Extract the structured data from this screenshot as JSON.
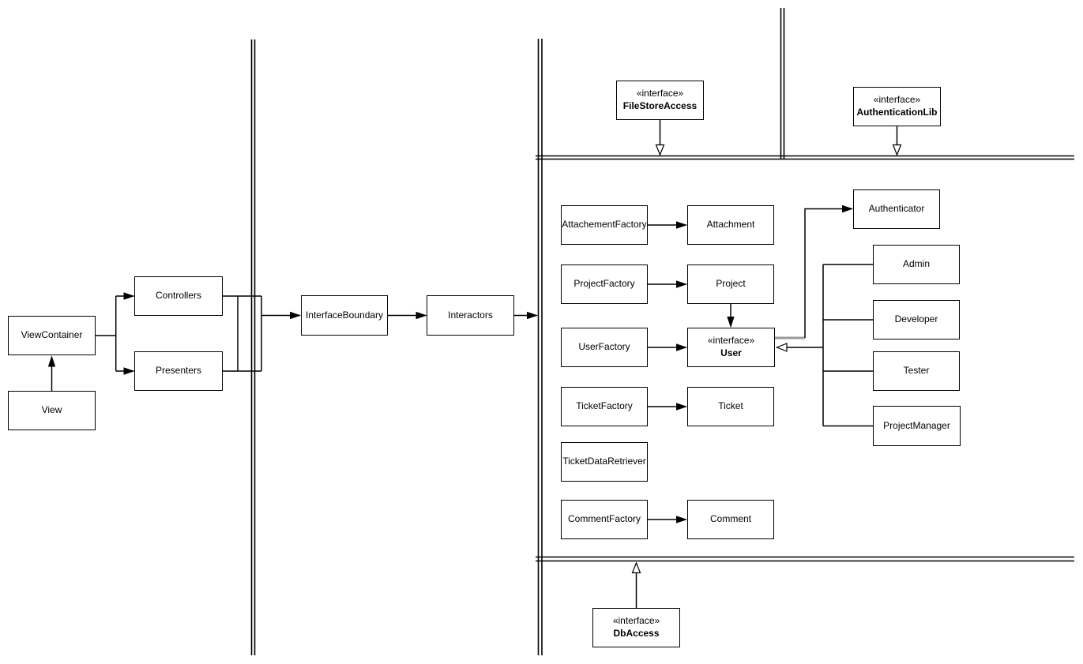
{
  "diagram": {
    "kind": "uml-class-architecture-diagram",
    "colors": {
      "stroke": "#000000",
      "node_fill": "#ffffff",
      "canvas": "#ffffff",
      "muted_segment": "#999999"
    },
    "boundaries": [
      "vertical-double-line-left",
      "vertical-double-line-middle",
      "vertical-double-line-top-right",
      "horizontal-double-line-top",
      "horizontal-double-line-bottom"
    ]
  },
  "nodes": {
    "view": {
      "label": "View"
    },
    "view_container": {
      "label": "ViewContainer"
    },
    "controllers": {
      "label": "Controllers"
    },
    "presenters": {
      "label": "Presenters"
    },
    "interface_boundary": {
      "label": "InterfaceBoundary"
    },
    "interactors": {
      "label": "Interactors"
    },
    "attachement_factory": {
      "label": "AttachementFactory"
    },
    "attachment": {
      "label": "Attachment"
    },
    "project_factory": {
      "label": "ProjectFactory"
    },
    "project": {
      "label": "Project"
    },
    "user_factory": {
      "label": "UserFactory"
    },
    "user": {
      "stereotype": "«interface»",
      "label": "User"
    },
    "ticket_factory": {
      "label": "TicketFactory"
    },
    "ticket": {
      "label": "Ticket"
    },
    "ticket_data_retriever": {
      "label": "TicketDataRetriever"
    },
    "comment_factory": {
      "label": "CommentFactory"
    },
    "comment": {
      "label": "Comment"
    },
    "authenticator": {
      "label": "Authenticator"
    },
    "admin": {
      "label": "Admin"
    },
    "developer": {
      "label": "Developer"
    },
    "tester": {
      "label": "Tester"
    },
    "project_manager": {
      "label": "ProjectManager"
    },
    "file_store_access": {
      "stereotype": "«interface»",
      "label": "FileStoreAccess"
    },
    "authentication_lib": {
      "stereotype": "«interface»",
      "label": "AuthenticationLib"
    },
    "db_access": {
      "stereotype": "«interface»",
      "label": "DbAccess"
    }
  },
  "relationships": [
    {
      "from": "View",
      "to": "ViewContainer",
      "type": "arrow"
    },
    {
      "from": "ViewContainer",
      "to": "Controllers",
      "type": "arrow"
    },
    {
      "from": "ViewContainer",
      "to": "Presenters",
      "type": "arrow"
    },
    {
      "from": "Controllers",
      "to": "InterfaceBoundary",
      "type": "arrow"
    },
    {
      "from": "Presenters",
      "to": "InterfaceBoundary",
      "type": "arrow"
    },
    {
      "from": "InterfaceBoundary",
      "to": "Interactors",
      "type": "arrow"
    },
    {
      "from": "Interactors",
      "to": "middle-layer-boundary",
      "type": "arrow"
    },
    {
      "from": "AttachementFactory",
      "to": "Attachment",
      "type": "arrow"
    },
    {
      "from": "ProjectFactory",
      "to": "Project",
      "type": "arrow"
    },
    {
      "from": "UserFactory",
      "to": "User",
      "type": "arrow"
    },
    {
      "from": "TicketFactory",
      "to": "Ticket",
      "type": "arrow"
    },
    {
      "from": "CommentFactory",
      "to": "Comment",
      "type": "arrow"
    },
    {
      "from": "Project",
      "to": "User",
      "type": "arrow"
    },
    {
      "from": "User",
      "to": "Authenticator",
      "type": "arrow"
    },
    {
      "from": "Admin",
      "to": "User",
      "type": "generalization"
    },
    {
      "from": "Developer",
      "to": "User",
      "type": "generalization"
    },
    {
      "from": "Tester",
      "to": "User",
      "type": "generalization"
    },
    {
      "from": "ProjectManager",
      "to": "User",
      "type": "generalization"
    },
    {
      "from": "FileStoreAccess",
      "to": "horizontal-boundary-top",
      "type": "realization"
    },
    {
      "from": "AuthenticationLib",
      "to": "horizontal-boundary-top",
      "type": "realization"
    },
    {
      "from": "DbAccess",
      "to": "horizontal-boundary-bottom",
      "type": "realization"
    }
  ]
}
